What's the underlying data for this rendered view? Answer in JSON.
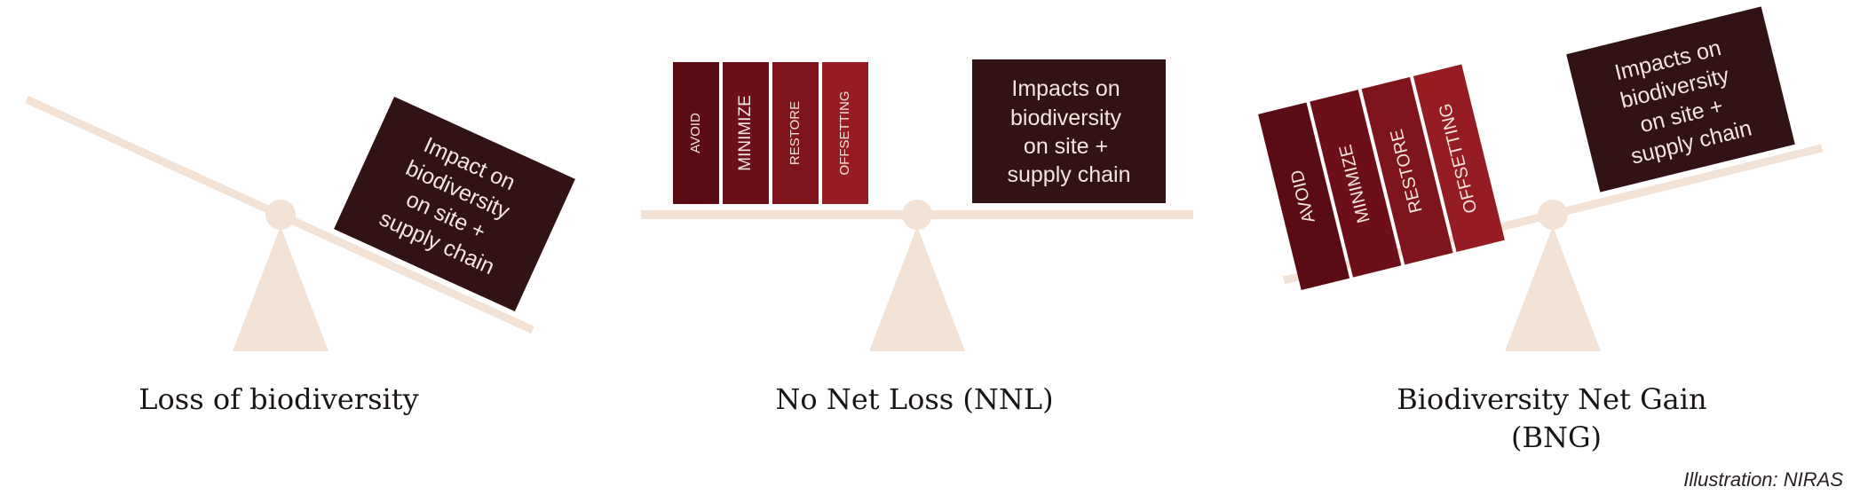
{
  "colors": {
    "beam": "#f3e3d6",
    "impact_box": "#311215",
    "avoid": "#5a0c14",
    "minimize": "#6c0f18",
    "restore": "#7f151c",
    "offsetting": "#951c22"
  },
  "panels": [
    {
      "caption": "Loss of biodiversity",
      "impact_lines": [
        "Impact on",
        "biodiversity",
        "on site +",
        "supply chain"
      ],
      "steps": []
    },
    {
      "caption": "No Net Loss (NNL)",
      "impact_lines": [
        "Impacts on",
        "biodiversity",
        "on site +",
        "supply chain"
      ],
      "steps": [
        "AVOID",
        "MINIMIZE",
        "RESTORE",
        "OFFSETTING"
      ]
    },
    {
      "caption_lines": [
        "Biodiversity Net Gain",
        "(BNG)"
      ],
      "impact_lines": [
        "Impacts on",
        "biodiversity",
        "on site +",
        "supply chain"
      ],
      "steps": [
        "AVOID",
        "MINIMIZE",
        "RESTORE",
        "OFFSETTING"
      ]
    }
  ],
  "credit": "Illustration: NIRAS"
}
